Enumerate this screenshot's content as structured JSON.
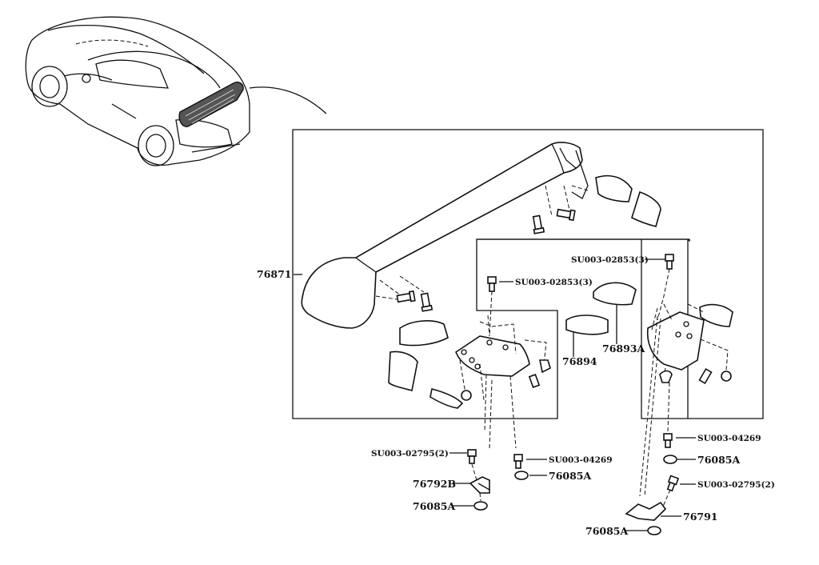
{
  "labels": {
    "spoiler_assembly": "76871",
    "bolt_upper_right": "SU003-02853(3)",
    "bolt_upper_left": "SU003-02853(3)",
    "pad_right_upper": "76893A",
    "pad_right_lower": "76894",
    "nut_left": "SU003-04269",
    "nut_right": "SU003-04269",
    "bolt_bracket_left": "SU003-02795(2)",
    "bolt_bracket_right": "SU003-02795(2)",
    "bracket_left": "76792B",
    "bracket_right": "76791",
    "grommet_left_upper": "76085A",
    "grommet_left_lower": "76085A",
    "grommet_right_upper": "76085A",
    "grommet_right_lower": "76085A"
  }
}
